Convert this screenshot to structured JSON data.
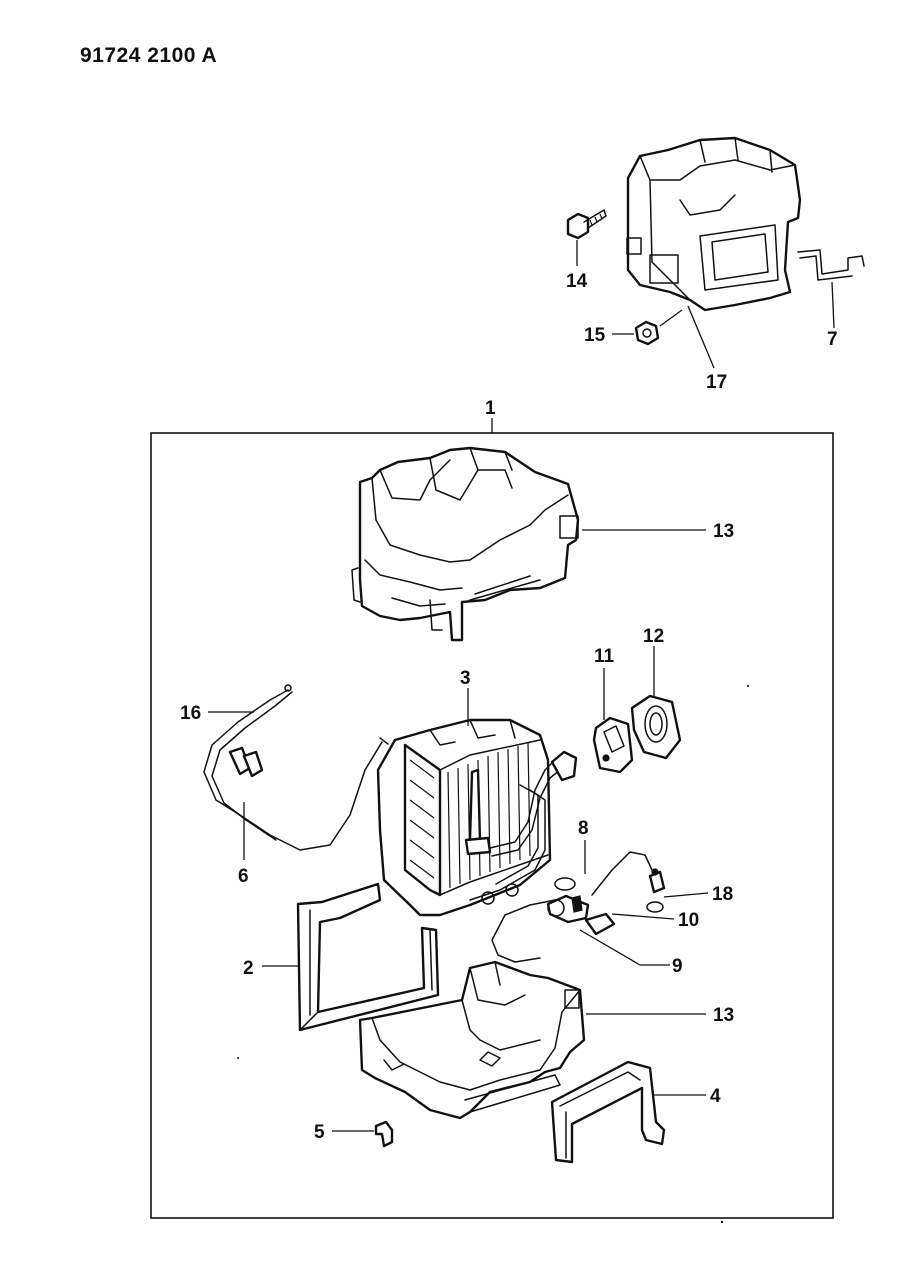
{
  "drawing_number": "91724 2100 A",
  "callouts": [
    {
      "id": "c1",
      "label": "1"
    },
    {
      "id": "c2",
      "label": "2"
    },
    {
      "id": "c3",
      "label": "3"
    },
    {
      "id": "c4",
      "label": "4"
    },
    {
      "id": "c5",
      "label": "5"
    },
    {
      "id": "c6",
      "label": "6"
    },
    {
      "id": "c7",
      "label": "7"
    },
    {
      "id": "c8",
      "label": "8"
    },
    {
      "id": "c9",
      "label": "9"
    },
    {
      "id": "c10",
      "label": "10"
    },
    {
      "id": "c11",
      "label": "11"
    },
    {
      "id": "c12",
      "label": "12"
    },
    {
      "id": "c13a",
      "label": "13"
    },
    {
      "id": "c13b",
      "label": "13"
    },
    {
      "id": "c14",
      "label": "14"
    },
    {
      "id": "c15",
      "label": "15"
    },
    {
      "id": "c16",
      "label": "16"
    },
    {
      "id": "c17",
      "label": "17"
    },
    {
      "id": "c18",
      "label": "18"
    }
  ]
}
